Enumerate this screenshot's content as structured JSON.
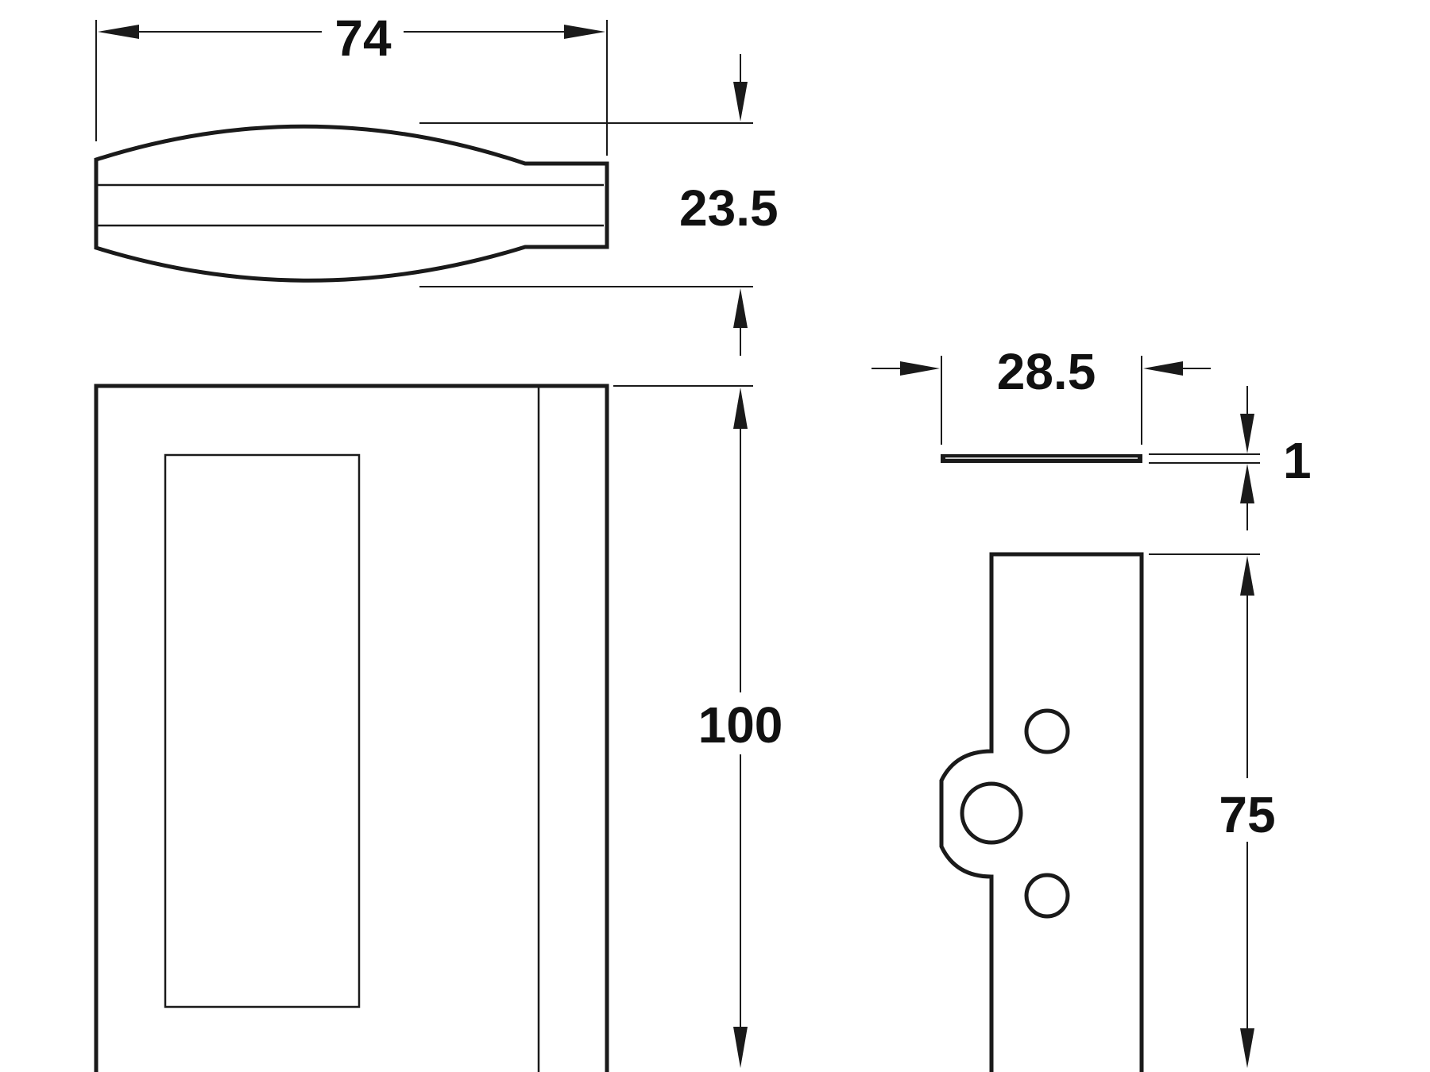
{
  "dimensions": {
    "handle_width": "74",
    "handle_depth": "23.5",
    "handle_height": "100",
    "plate_width": "28.5",
    "plate_thickness": "1",
    "plate_height": "75"
  },
  "colors": {
    "line": "#1a1a1a",
    "background": "#ffffff"
  }
}
